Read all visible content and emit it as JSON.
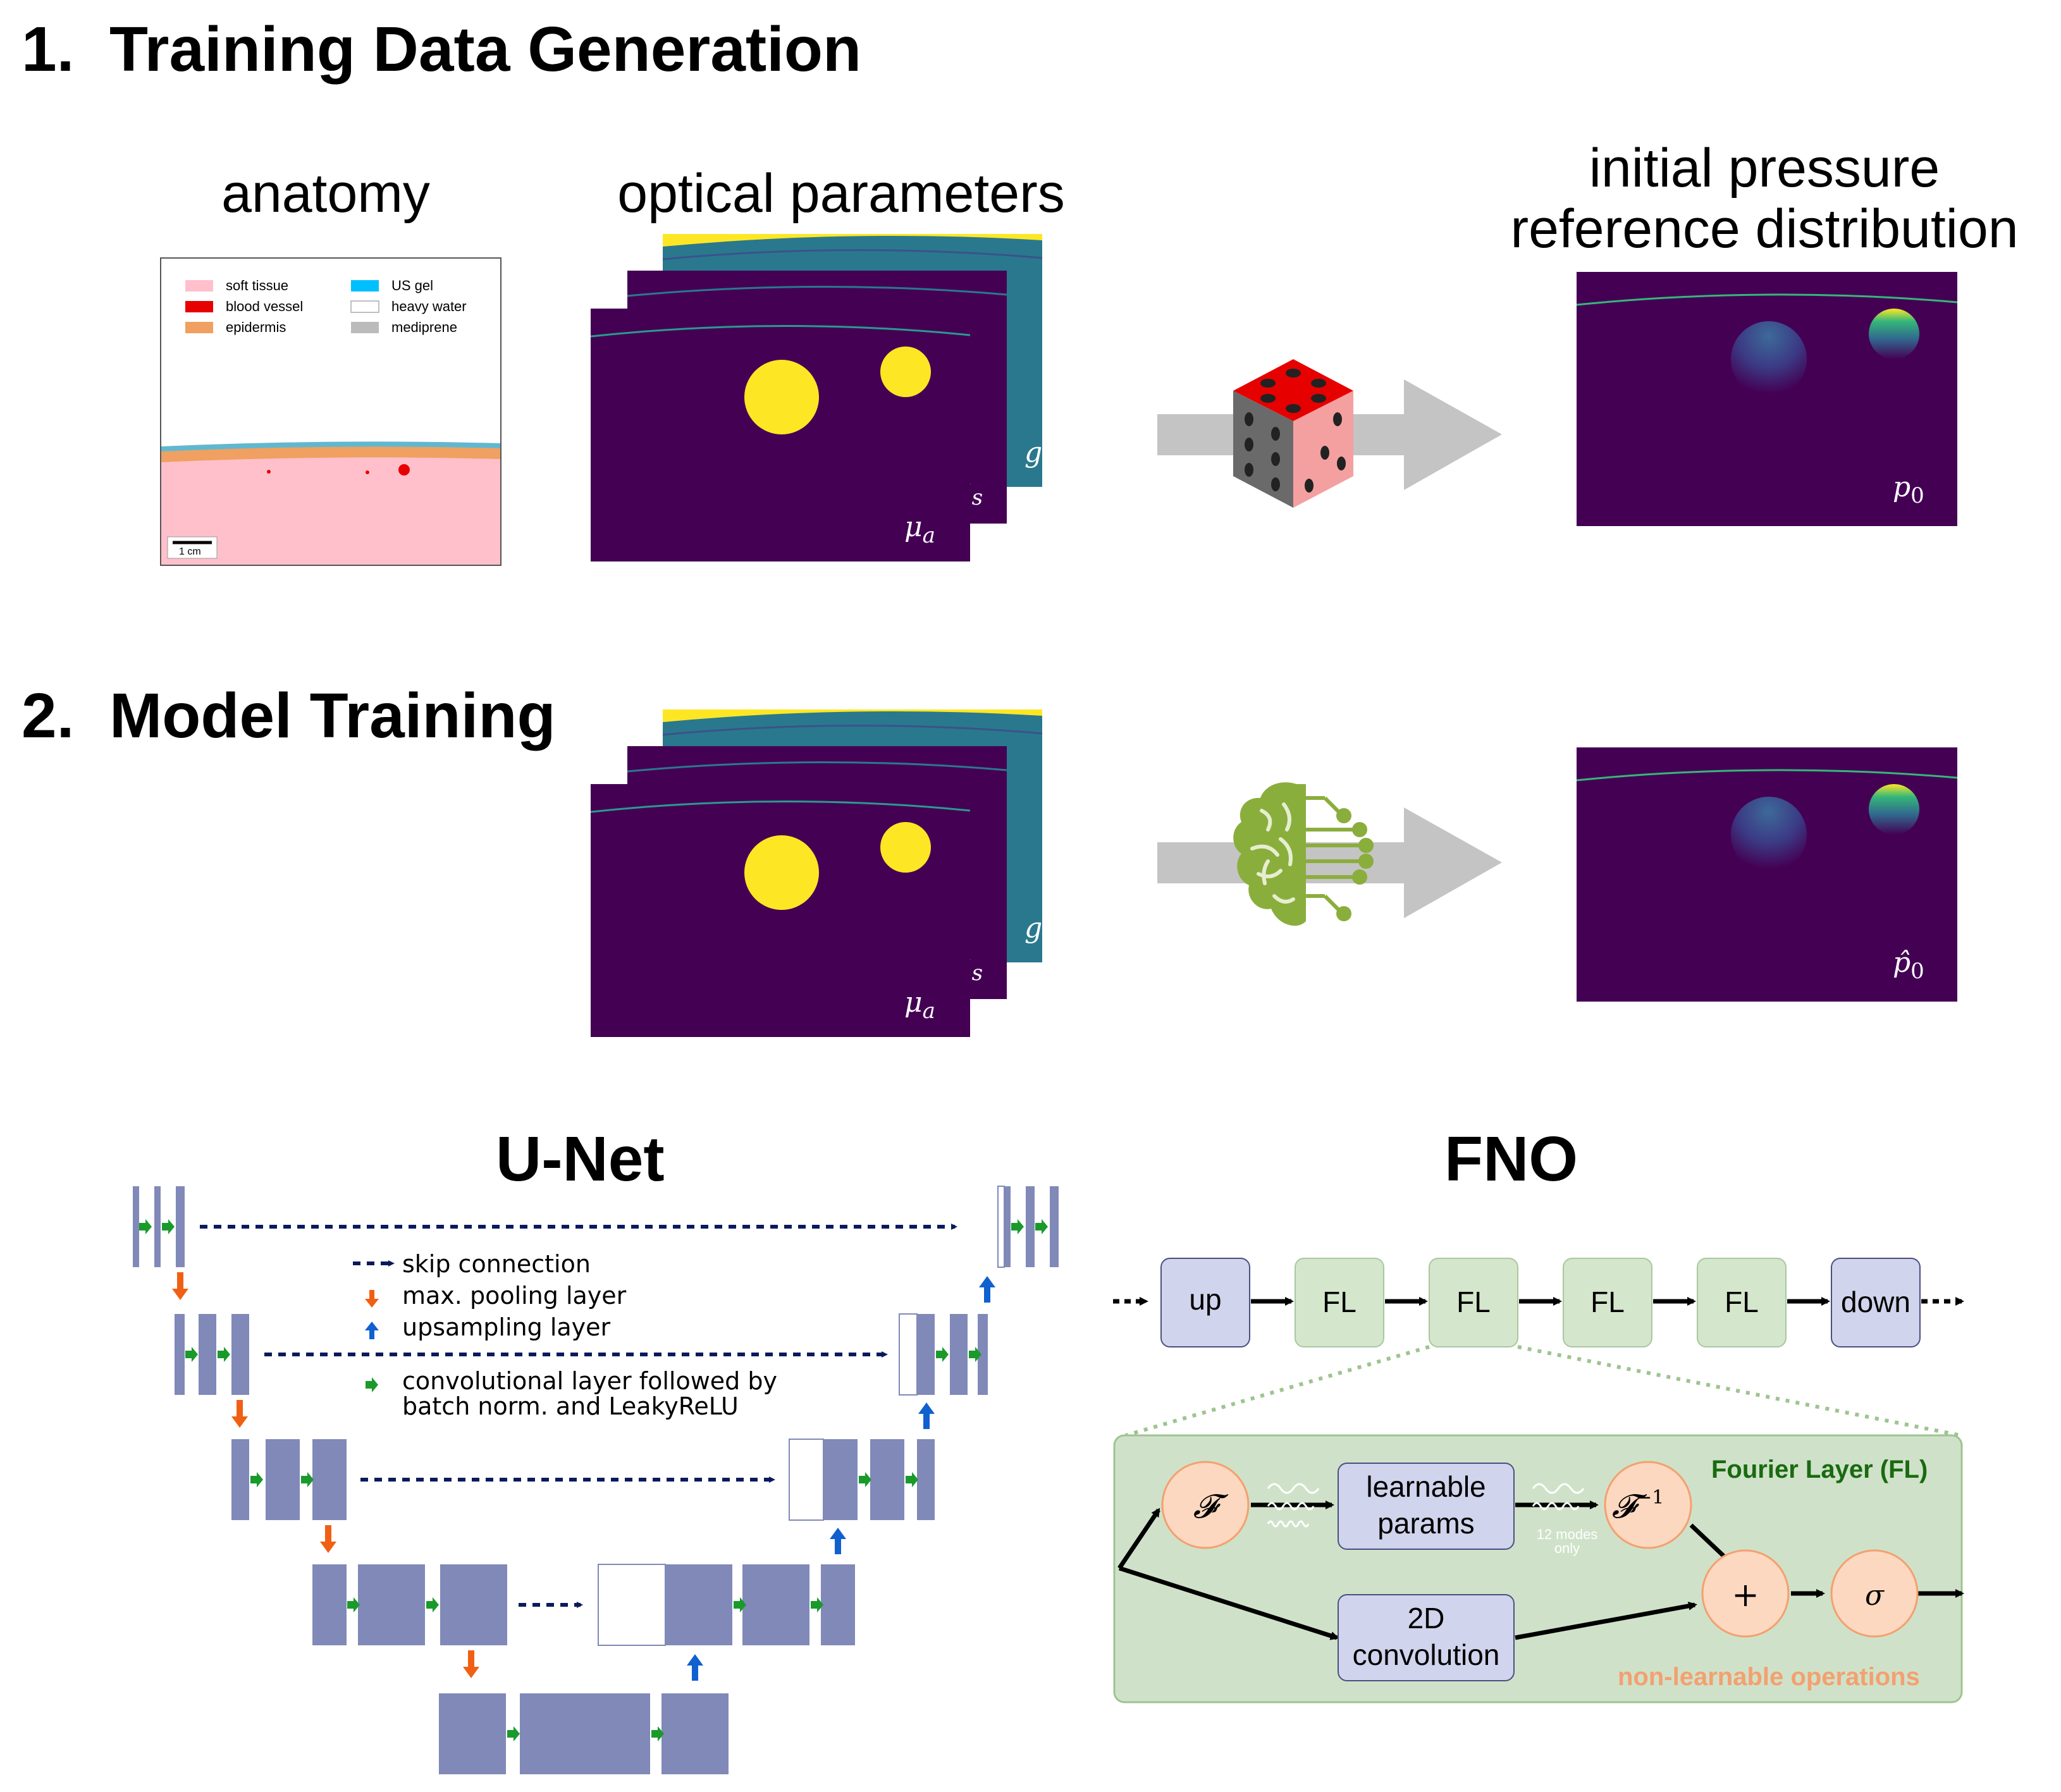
{
  "section1": {
    "number": "1.",
    "title": "Training Data Generation",
    "anatomy_title": "anatomy",
    "optical_title": "optical parameters",
    "pressure_title_line1": "initial pressure",
    "pressure_title_line2": "reference distribution",
    "legend": [
      {
        "label": "soft tissue",
        "color": "#ffc0cb"
      },
      {
        "label": "US gel",
        "color": "#00bfff"
      },
      {
        "label": "blood vessel",
        "color": "#e60000"
      },
      {
        "label": "heavy water",
        "color": "#ffffff"
      },
      {
        "label": "epidermis",
        "color": "#f0a060"
      },
      {
        "label": "mediprene",
        "color": "#bbbbbb"
      }
    ],
    "scalebar_label": "1 cm",
    "param_labels": {
      "g": "g",
      "mus": "μ",
      "mus_sub": "s",
      "mua": "μ",
      "mua_sub": "a"
    },
    "output_label": "p",
    "output_sub": "0"
  },
  "section2": {
    "number": "2.",
    "title": "Model Training",
    "output_label": "p̂",
    "output_sub": "0"
  },
  "unet": {
    "title": "U-Net",
    "legend": {
      "skip": "skip connection",
      "pool": "max. pooling layer",
      "up": "upsampling layer",
      "conv_line1": "convolutional layer followed by",
      "conv_line2": "batch norm. and LeakyReLU"
    }
  },
  "fno": {
    "title": "FNO",
    "pipeline": [
      "up",
      "FL",
      "FL",
      "FL",
      "FL",
      "down"
    ],
    "fourier_layer_title": "Fourier Layer (FL)",
    "non_learnable": "non-learnable operations",
    "fourier_symbol": "𝓕",
    "inverse_fourier_symbol": "𝓕",
    "inverse_sup": "−1",
    "learnable_line1": "learnable",
    "learnable_line2": "params",
    "modes_line1": "12  modes",
    "modes_line2": "only",
    "conv_line1": "2D",
    "conv_line2": "convolution",
    "plus_symbol": "+",
    "sigma_symbol": "σ"
  },
  "colors": {
    "viridis_dark": "#440154",
    "viridis_teal": "#2a788e",
    "viridis_yellow": "#fde725",
    "arrow_gray": "#c4c4c4",
    "unet_block": "#8089b8",
    "skip_arrow": "#0a1a5c",
    "pool_arrow": "#f06014",
    "up_arrow": "#1060d0",
    "conv_arrow": "#1a9a2a",
    "fno_blue": "#d0d4ec",
    "fno_green": "#d4e6cc",
    "fl_panel": "#cfe2c9",
    "fl_title": "#1a6a10",
    "orange_node": "#fcd8c0",
    "non_learnable": "#f4a070",
    "brain_green": "#8aae3c"
  },
  "icons": [
    "dice-icon",
    "brain-circuit-icon"
  ]
}
